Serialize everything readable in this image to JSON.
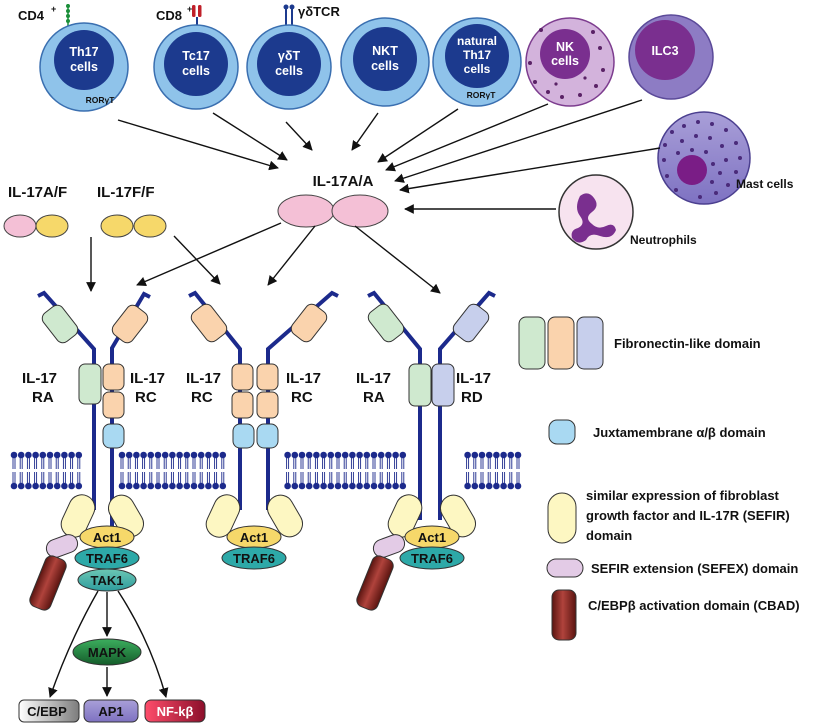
{
  "markers": {
    "cd4": "CD4",
    "cd4_sup": "+",
    "cd8": "CD8",
    "cd8_sup": "+",
    "gdtcr": "γδTCR"
  },
  "cells": {
    "th17": {
      "line1": "Th17",
      "line2": "cells",
      "sub": "RORγT"
    },
    "tc17": {
      "line1": "Tc17",
      "line2": "cells"
    },
    "gdt": {
      "line1": "γδT",
      "line2": "cells"
    },
    "nkt": {
      "line1": "NKT",
      "line2": "cells"
    },
    "nth17": {
      "line1": "natural",
      "line2": "Th17",
      "line3": "cells",
      "sub": "RORγT"
    },
    "nk": {
      "line1": "NK",
      "line2": "cells"
    },
    "ilc3": {
      "line1": "ILC3"
    },
    "mast": {
      "label": "Mast cells"
    },
    "neutro": {
      "label": "Neutrophils"
    }
  },
  "cytokines": {
    "il17aa": "IL-17A/A",
    "il17af": "IL-17A/F",
    "il17ff": "IL-17F/F"
  },
  "receptors": {
    "r1_left": {
      "l1": "IL-17",
      "l2": "RA"
    },
    "r1_right": {
      "l1": "IL-17",
      "l2": "RC"
    },
    "r2_left": {
      "l1": "IL-17",
      "l2": "RC"
    },
    "r2_right": {
      "l1": "IL-17",
      "l2": "RC"
    },
    "r3_left": {
      "l1": "IL-17",
      "l2": "RA"
    },
    "r3_right": {
      "l1": "IL-17",
      "l2": "RD"
    }
  },
  "adaptors": {
    "act1": "Act1",
    "traf6": "TRAF6",
    "tak1": "TAK1",
    "mapk": "MAPK"
  },
  "outputs": {
    "cebp": "C/EBP",
    "ap1": "AP1",
    "nfkb": "NF-kβ"
  },
  "legend": {
    "fibronectin": "Fibronectin-like domain",
    "juxta": "Juxtamembrane α/β domain",
    "sefir_l1": "similar expression of fibroblast",
    "sefir_l2": "growth factor and IL-17R (SEFIR)",
    "sefir_l3": "domain",
    "sefex": "SEFIR extension (SEFEX) domain",
    "cbad": "C/EBPβ activation domain (CBAD)"
  },
  "colors": {
    "cell_outer": "#8fc3ea",
    "cell_inner": "#1c3a8e",
    "nk_fill": "#d3b3dc",
    "ilc3_fill": "#7a2f8f",
    "pink": "#f4c0d6",
    "yellow": "#f6d86a",
    "fibro_green": "#cfe9cf",
    "fibro_orange": "#fad3ad",
    "fibro_blue": "#c7cfec",
    "juxta": "#a9d9f2",
    "sefir": "#fdf7c2",
    "sefex": "#e3cbe6",
    "cbad": "#7a1f1a",
    "traf6": "#2da9a8",
    "mapk": "#1d7a3a",
    "membrane": "#1c2a8c"
  }
}
